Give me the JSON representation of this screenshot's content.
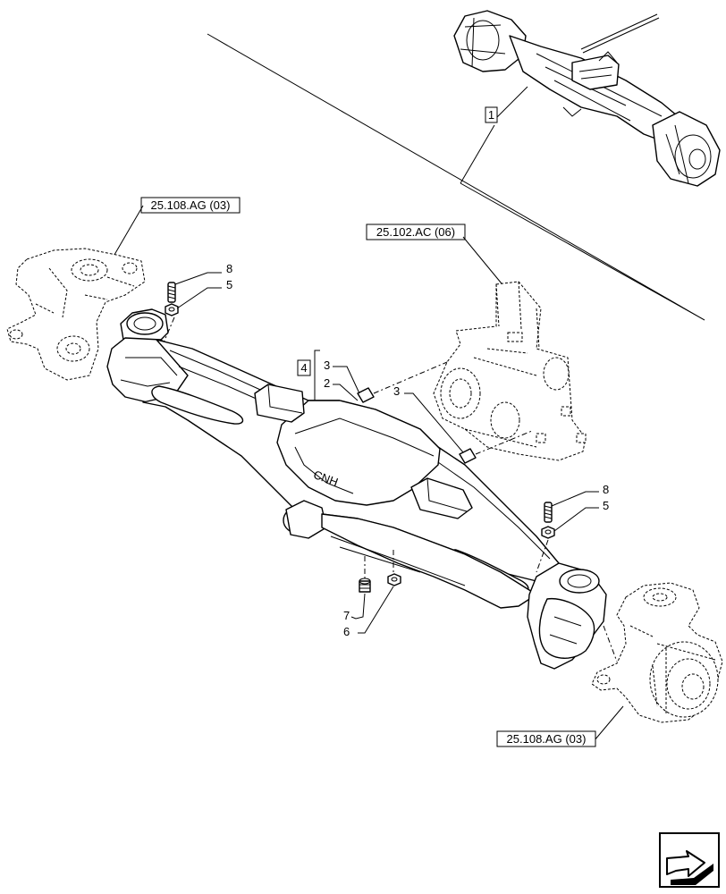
{
  "references": {
    "top_left": "25.108.AG (03)",
    "top_right": "25.102.AC (06)",
    "bottom_right": "25.108.AG (03)"
  },
  "callouts": {
    "item_1": "1",
    "item_4": "4",
    "item_3_upper": "3",
    "item_2": "2",
    "item_3_right": "3",
    "item_8_left": "8",
    "item_5_left": "5",
    "item_8_right": "8",
    "item_5_right": "5",
    "item_7": "7",
    "item_6": "6"
  },
  "logo_text": "CNH",
  "icons": {
    "navigation": "next-page-arrow-icon"
  }
}
